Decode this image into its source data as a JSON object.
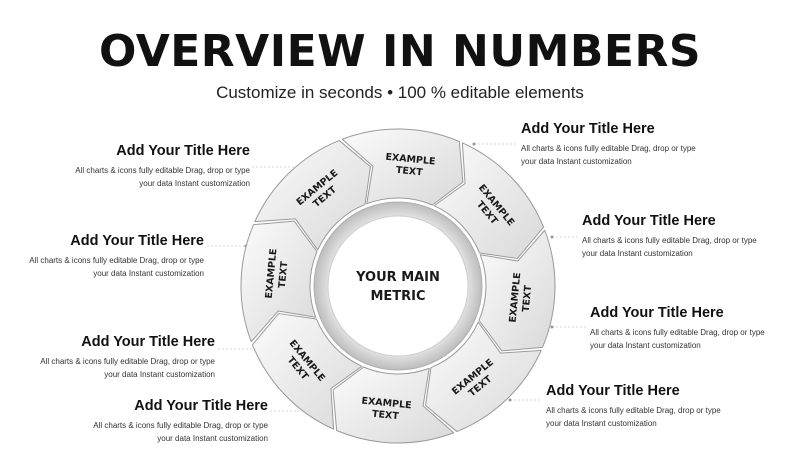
{
  "title": "OVERVIEW IN NUMBERS",
  "subtitle": "Customize in seconds • 100 % editable elements",
  "center": {
    "line1": "YOUR MAIN",
    "line2": "METRIC"
  },
  "segments": [
    {
      "line1": "EXAMPLE",
      "line2": "TEXT"
    },
    {
      "line1": "EXAMPLE",
      "line2": "TEXT"
    },
    {
      "line1": "EXAMPLE",
      "line2": "TEXT"
    },
    {
      "line1": "EXAMPLE",
      "line2": "TEXT"
    },
    {
      "line1": "EXAMPLE",
      "line2": "TEXT"
    },
    {
      "line1": "EXAMPLE",
      "line2": "TEXT"
    },
    {
      "line1": "EXAMPLE",
      "line2": "TEXT"
    },
    {
      "line1": "EXAMPLE",
      "line2": "TEXT"
    }
  ],
  "callouts": {
    "left": [
      {
        "title": "Add Your Title Here",
        "desc1": "All charts & icons fully editable Drag, drop or type",
        "desc2": "your data Instant customization"
      },
      {
        "title": "Add Your Title Here",
        "desc1": "All charts & icons fully editable Drag, drop or type",
        "desc2": "your data Instant customization"
      },
      {
        "title": "Add Your Title Here",
        "desc1": "All charts & icons fully editable Drag, drop or type",
        "desc2": "your data Instant customization"
      },
      {
        "title": "Add Your Title Here",
        "desc1": "All charts & icons fully editable Drag, drop or type",
        "desc2": "your data Instant customization"
      }
    ],
    "right": [
      {
        "title": "Add Your Title Here",
        "desc1": "All charts & icons fully editable Drag, drop or type",
        "desc2": "your data Instant customization"
      },
      {
        "title": "Add Your Title Here",
        "desc1": "All charts & icons fully editable Drag, drop or type",
        "desc2": "your data Instant customization"
      },
      {
        "title": "Add Your Title Here",
        "desc1": "All charts & icons fully editable Drag, drop or type",
        "desc2": "your data Instant customization"
      },
      {
        "title": "Add Your Title Here",
        "desc1": "All charts & icons fully editable Drag, drop or type",
        "desc2": "your data Instant customization"
      }
    ]
  }
}
